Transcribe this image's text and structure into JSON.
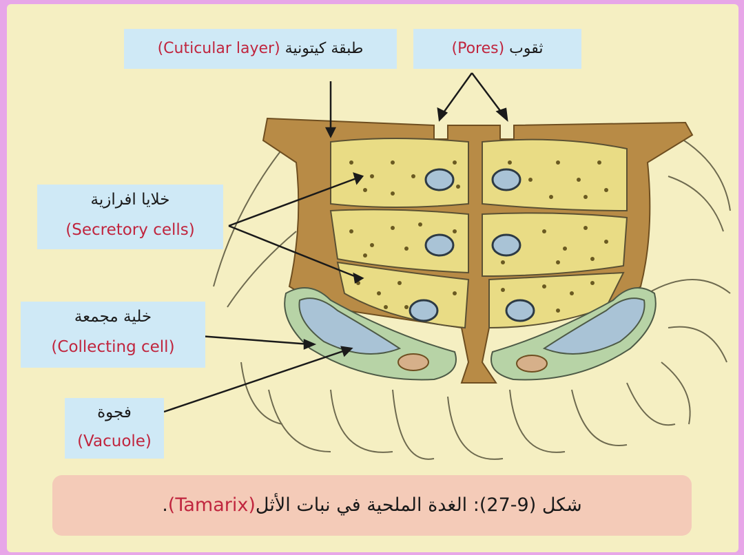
{
  "labels": {
    "cuticle": {
      "ar": "طبقة كيتونية",
      "en": "(Cuticular layer)"
    },
    "pores": {
      "ar": "ثقوب",
      "en": "(Pores)"
    },
    "secretory": {
      "ar": "خلايا افرازية",
      "en": "(Secretory cells)"
    },
    "collecting": {
      "ar": "خلية مجمعة",
      "en": "(Collecting cell)"
    },
    "vacuole": {
      "ar": "فجوة",
      "en": "(Vacuole)"
    }
  },
  "caption": {
    "prefix": "شكل (9-27): الغدة الملحية في نبات الأثل",
    "paren": "(Tamarix)",
    "suffix": "."
  },
  "colors": {
    "cuticle_brown": "#b88b46",
    "cell_yellow": "#e9dc85",
    "collecting_green": "#b7d3a6",
    "vacuole_blue": "#a9c3d6",
    "background": "#f5efc2",
    "label_box": "#cfe9f6",
    "english_red": "#c0253e"
  }
}
